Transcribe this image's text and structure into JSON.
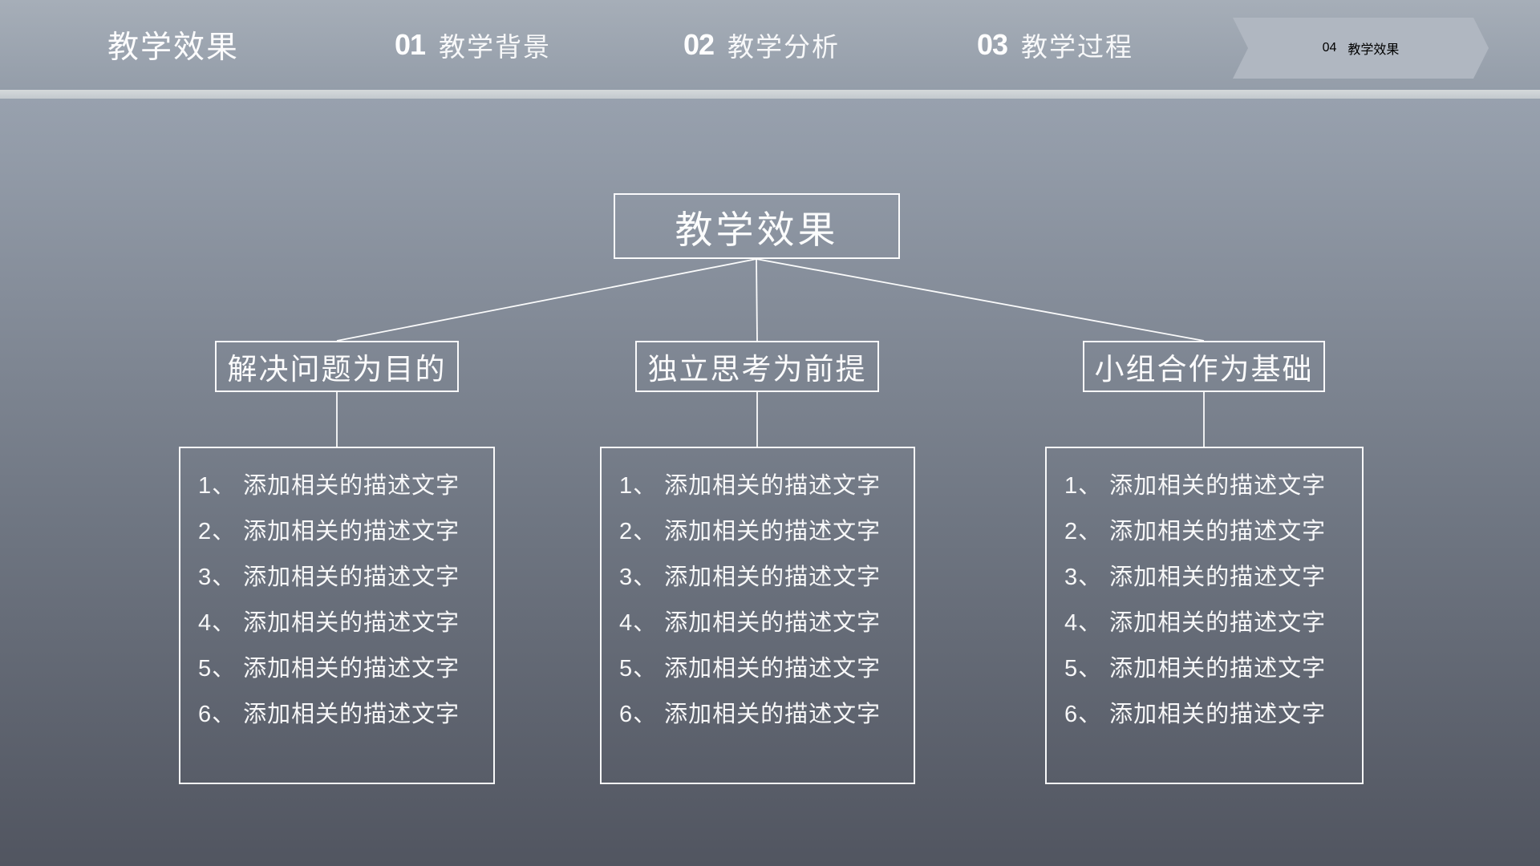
{
  "slide_title": "教学效果",
  "nav": {
    "items": [
      {
        "number": "01",
        "label": "教学背景",
        "active": false
      },
      {
        "number": "02",
        "label": "教学分析",
        "active": false
      },
      {
        "number": "03",
        "label": "教学过程",
        "active": false
      },
      {
        "number": "04",
        "label": "教学效果",
        "active": true
      }
    ]
  },
  "diagram": {
    "root_label": "教学效果",
    "branches": [
      {
        "title": "解决问题为目的",
        "items": [
          "1、 添加相关的描述文字",
          "2、 添加相关的描述文字",
          "3、 添加相关的描述文字",
          "4、 添加相关的描述文字",
          "5、 添加相关的描述文字",
          "6、 添加相关的描述文字"
        ]
      },
      {
        "title": "独立思考为前提",
        "items": [
          "1、 添加相关的描述文字",
          "2、 添加相关的描述文字",
          "3、 添加相关的描述文字",
          "4、 添加相关的描述文字",
          "5、 添加相关的描述文字",
          "6、 添加相关的描述文字"
        ]
      },
      {
        "title": "小组合作为基础",
        "items": [
          "1、 添加相关的描述文字",
          "2、 添加相关的描述文字",
          "3、 添加相关的描述文字",
          "4、 添加相关的描述文字",
          "5、 添加相关的描述文字",
          "6、 添加相关的描述文字"
        ]
      }
    ]
  },
  "colors": {
    "nav_bg": "#9aa3af",
    "active_tab_bg": "#b0b7c1",
    "divider": "#c7cdd1",
    "background_top": "#98a1ae",
    "background_bottom": "#515560",
    "text": "#ffffff",
    "connector_line": "#ffffff"
  }
}
